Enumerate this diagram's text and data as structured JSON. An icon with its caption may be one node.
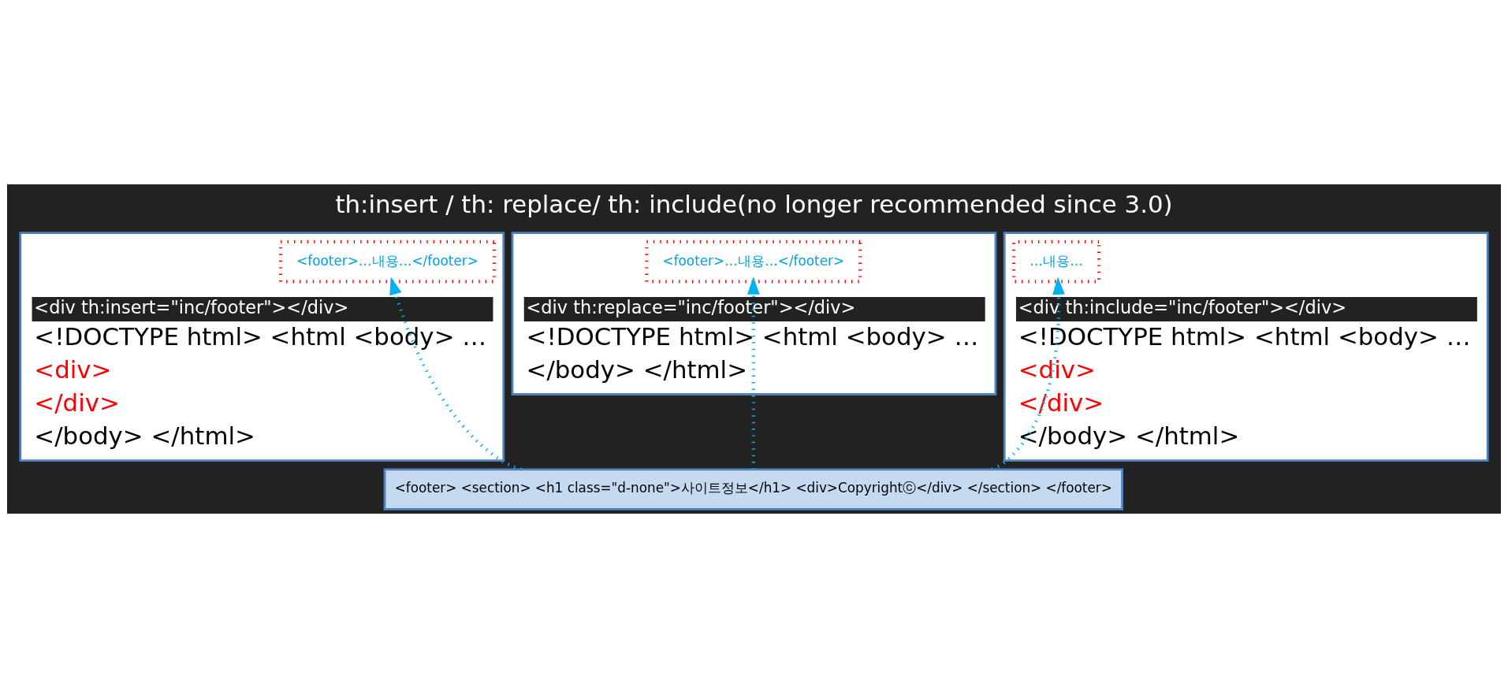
{
  "diagram": {
    "title": "th:insert / th: replace/ th: include(no longer recommended since 3.0)",
    "nodes": [
      {
        "text": [
          "<div th:insert=\"inc/footer\"></div>",
          "<!DOCTYPE html> <html <body> …",
          "<div>",
          "</div>",
          "</body> </html>"
        ]
      },
      {
        "text": [
          "<footer>…내용…</footer>"
        ],
        "in": 0
      },
      {
        "text": [
          "<div th:replace=\"inc/footer\"></div>",
          "<!DOCTYPE html> <html <body> …",
          "</body> </html>"
        ]
      },
      {
        "text": [
          "<footer>…내용…</footer>"
        ],
        "in": 2
      },
      {
        "text": [
          "<div th:include=\"inc/footer\"></div>",
          "<!DOCTYPE html> <html <body> …",
          "<div>",
          "</div>",
          "</body> </html>"
        ]
      },
      {
        "text": [
          "…내용…"
        ],
        "in": 4
      },
      {
        "text": [
          "<footer> <section> <h1 class=\"d-none\">사이트정보</h1> <div>Copyrightⓒ</div> </section> </footer>"
        ]
      }
    ],
    "edges": [
      {
        "from": 6,
        "to": 1,
        "arrow": "to",
        "style": "dashed"
      },
      {
        "from": 6,
        "to": 3,
        "arrow": "to",
        "style": "dashed"
      },
      {
        "from": 6,
        "to": 5,
        "arrow": "to",
        "style": "dashed"
      }
    ]
  }
}
